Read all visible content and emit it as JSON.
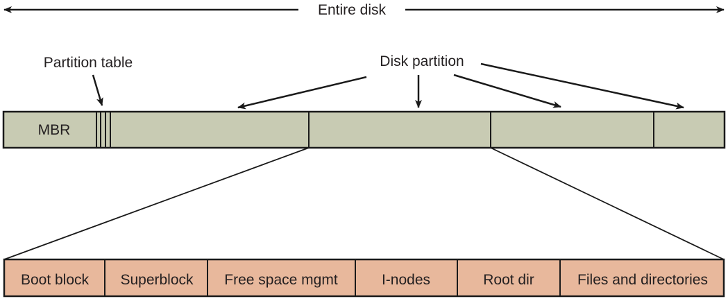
{
  "title_label": "Entire disk",
  "partition_table_label": "Partition table",
  "disk_partition_label": "Disk partition",
  "mbr_label": "MBR",
  "colors": {
    "disk_fill": "#c8cbb3",
    "fs_fill": "#e8b89c",
    "stroke": "#1a1a1a",
    "text": "#231f20"
  },
  "partition_table_entries": 4,
  "disk_regions": [
    {
      "name": "MBR"
    },
    {
      "name": "Partition 1"
    },
    {
      "name": "Partition 2"
    },
    {
      "name": "Partition 3"
    },
    {
      "name": "Partition 4"
    }
  ],
  "filesystem_blocks": [
    {
      "label": "Boot block"
    },
    {
      "label": "Superblock"
    },
    {
      "label": "Free space mgmt"
    },
    {
      "label": "I-nodes"
    },
    {
      "label": "Root dir"
    },
    {
      "label": "Files and directories"
    }
  ]
}
